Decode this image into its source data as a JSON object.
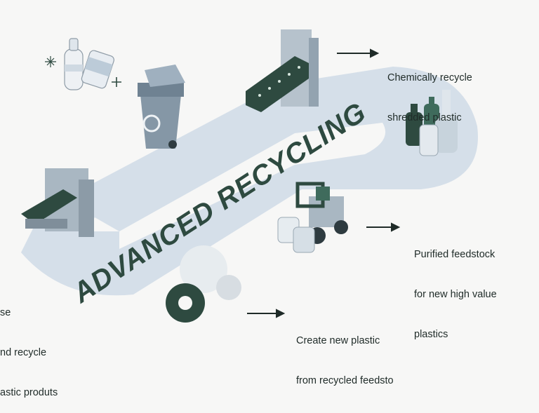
{
  "title": "ADVANCED RECYCLING",
  "steps": {
    "chemical": {
      "line1": "Chemically recycle",
      "line2": "shredded plastic"
    },
    "purified": {
      "line1": "Purified feedstock",
      "line2": "for new high value",
      "line3": "plastics"
    },
    "create": {
      "line1": "Create new plastic",
      "line2": "from recycled feedsto"
    },
    "reuse": {
      "line1": "se",
      "line2": "nd recycle",
      "line3": "astic produts"
    }
  },
  "icons": [
    "sparkle-icon",
    "plastic-bottle-icon",
    "can-icon",
    "recycling-bin-icon",
    "shredder-icon",
    "bottles-icon",
    "forklift-icon",
    "barrels-icon",
    "gears-icon",
    "conveyor-machine-icon",
    "arrow-icon"
  ],
  "colors": {
    "loop": "#d5dfe9",
    "dark": "#2e4a40",
    "machine": "#a9b7c2",
    "accent": "#3f6b5c",
    "text": "#1f2b28"
  }
}
